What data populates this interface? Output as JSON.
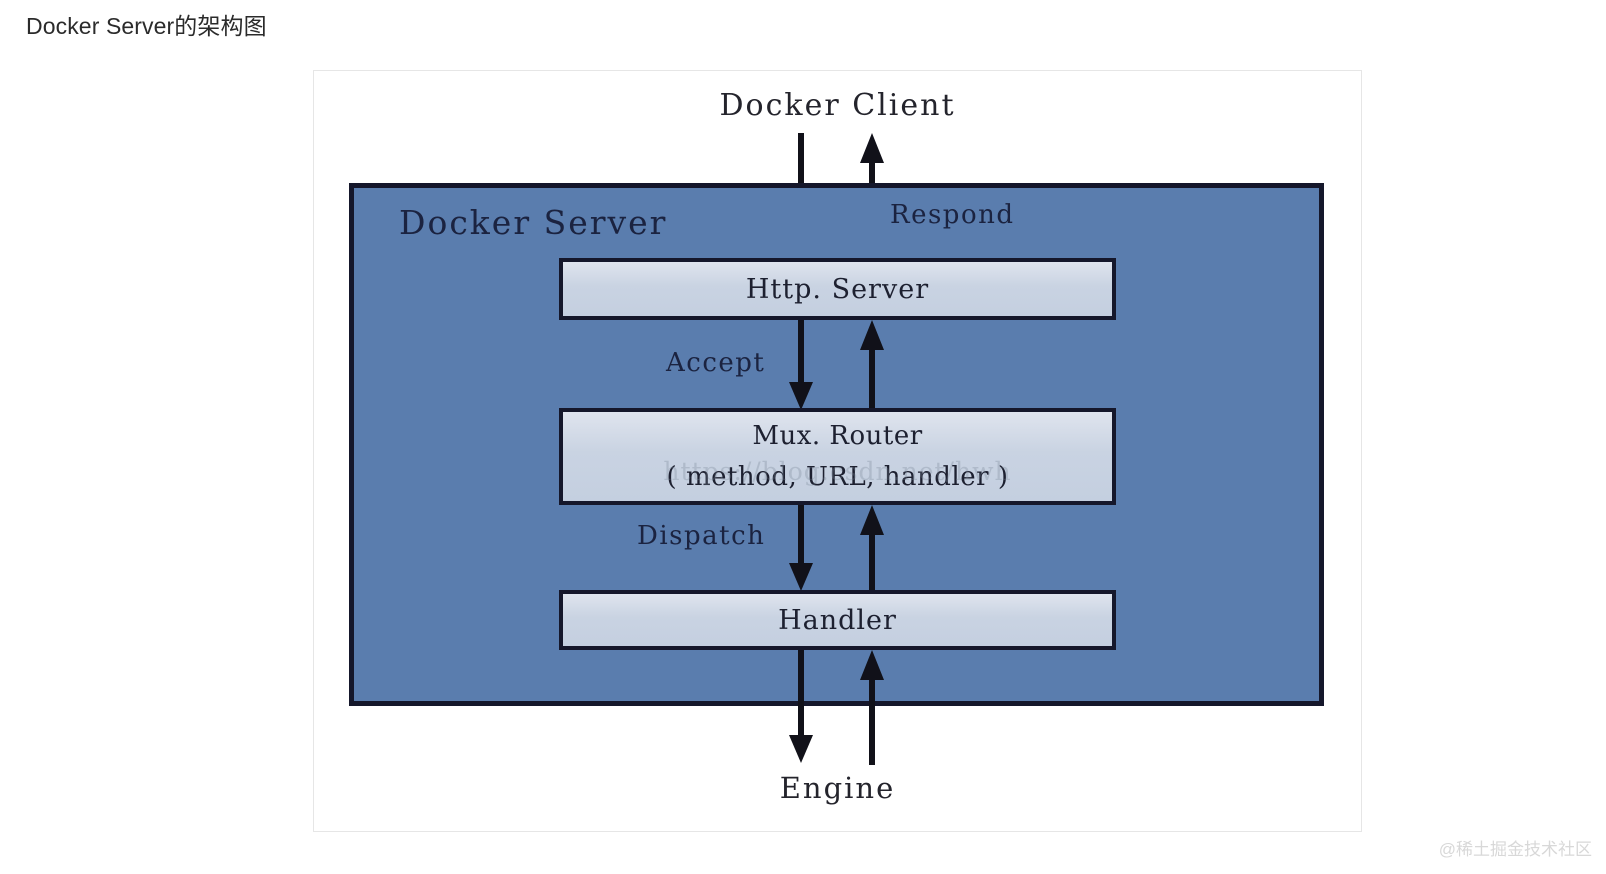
{
  "page": {
    "title": "Docker Server的架构图",
    "watermark": "@稀土掘金技术社区"
  },
  "colors": {
    "panel_blue": "#5A7DAE",
    "inner_box": "#C9D3E2",
    "stroke_dark": "#15172B",
    "frame_border": "#E6E6E6",
    "title_text": "#2B2B2B"
  },
  "diagram": {
    "type": "block-flow",
    "external_nodes": [
      {
        "id": "docker-client",
        "label": "Docker Client",
        "position": "top"
      },
      {
        "id": "engine",
        "label": "Engine",
        "position": "bottom"
      }
    ],
    "container": {
      "id": "docker-server",
      "label": "Docker Server"
    },
    "blocks": [
      {
        "id": "http-server",
        "label": "Http. Server",
        "sublabel": ""
      },
      {
        "id": "mux-router",
        "label": "Mux. Router",
        "sublabel": "( method, URL, handler )"
      },
      {
        "id": "handler",
        "label": "Handler",
        "sublabel": ""
      }
    ],
    "edge_labels": [
      {
        "id": "respond",
        "label": "Respond",
        "direction": "up"
      },
      {
        "id": "accept",
        "label": "Accept",
        "direction": "down"
      },
      {
        "id": "dispatch",
        "label": "Dispatch",
        "direction": "down"
      }
    ],
    "flows": [
      {
        "from": "docker-client",
        "to": "http-server",
        "direction": "down",
        "label": ""
      },
      {
        "from": "http-server",
        "to": "docker-client",
        "direction": "up",
        "label": "Respond"
      },
      {
        "from": "http-server",
        "to": "mux-router",
        "direction": "down",
        "label": "Accept"
      },
      {
        "from": "mux-router",
        "to": "http-server",
        "direction": "up",
        "label": ""
      },
      {
        "from": "mux-router",
        "to": "handler",
        "direction": "down",
        "label": "Dispatch"
      },
      {
        "from": "handler",
        "to": "mux-router",
        "direction": "up",
        "label": ""
      },
      {
        "from": "handler",
        "to": "engine",
        "direction": "down",
        "label": ""
      },
      {
        "from": "engine",
        "to": "handler",
        "direction": "up",
        "label": ""
      }
    ],
    "inner_watermark": "https://blog.csdn.net/hwh"
  }
}
